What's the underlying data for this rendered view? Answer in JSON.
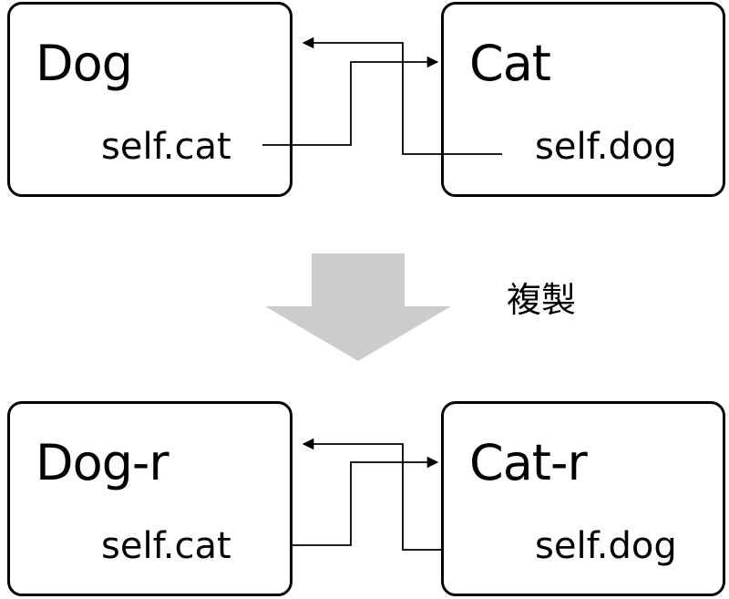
{
  "top": {
    "left_box": {
      "title": "Dog",
      "field": "self.cat"
    },
    "right_box": {
      "title": "Cat",
      "field": "self.dog"
    }
  },
  "middle": {
    "label": "複製"
  },
  "bottom": {
    "left_box": {
      "title": "Dog-r",
      "field": "self.cat"
    },
    "right_box": {
      "title": "Cat-r",
      "field": "self.dog"
    }
  }
}
